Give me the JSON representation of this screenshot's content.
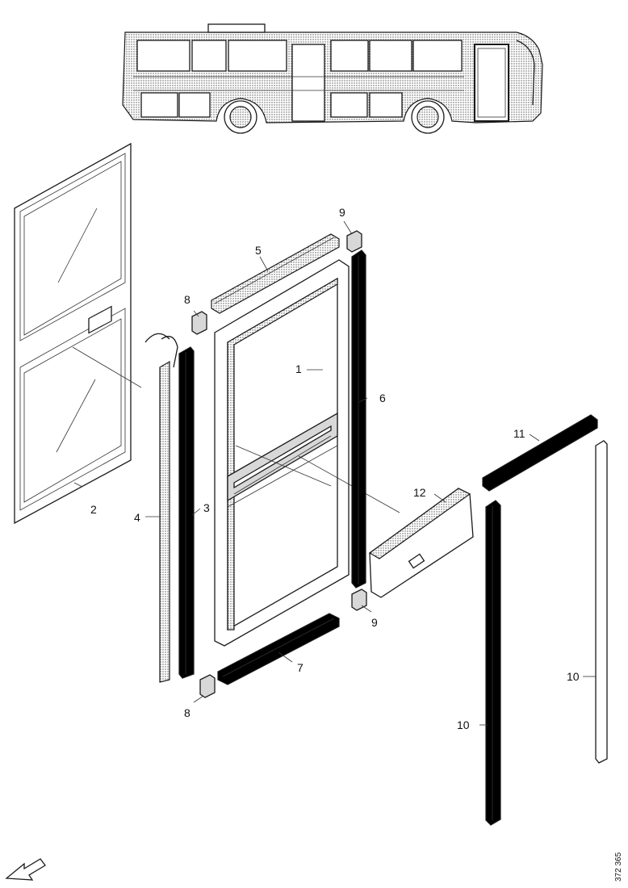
{
  "diagram": {
    "type": "exploded-parts-drawing",
    "callouts": [
      {
        "id": "p1",
        "label": "1"
      },
      {
        "id": "p2",
        "label": "2"
      },
      {
        "id": "p3",
        "label": "3"
      },
      {
        "id": "p4",
        "label": "4"
      },
      {
        "id": "p5",
        "label": "5"
      },
      {
        "id": "p6",
        "label": "6"
      },
      {
        "id": "p7",
        "label": "7"
      },
      {
        "id": "p8a",
        "label": "8"
      },
      {
        "id": "p8b",
        "label": "8"
      },
      {
        "id": "p9a",
        "label": "9"
      },
      {
        "id": "p9b",
        "label": "9"
      },
      {
        "id": "p10a",
        "label": "10"
      },
      {
        "id": "p10b",
        "label": "10"
      },
      {
        "id": "p11",
        "label": "11"
      },
      {
        "id": "p12",
        "label": "12"
      }
    ],
    "reference_number": "372 365",
    "icons": [
      "bus-locator-icon",
      "direction-arrow-icon"
    ]
  }
}
